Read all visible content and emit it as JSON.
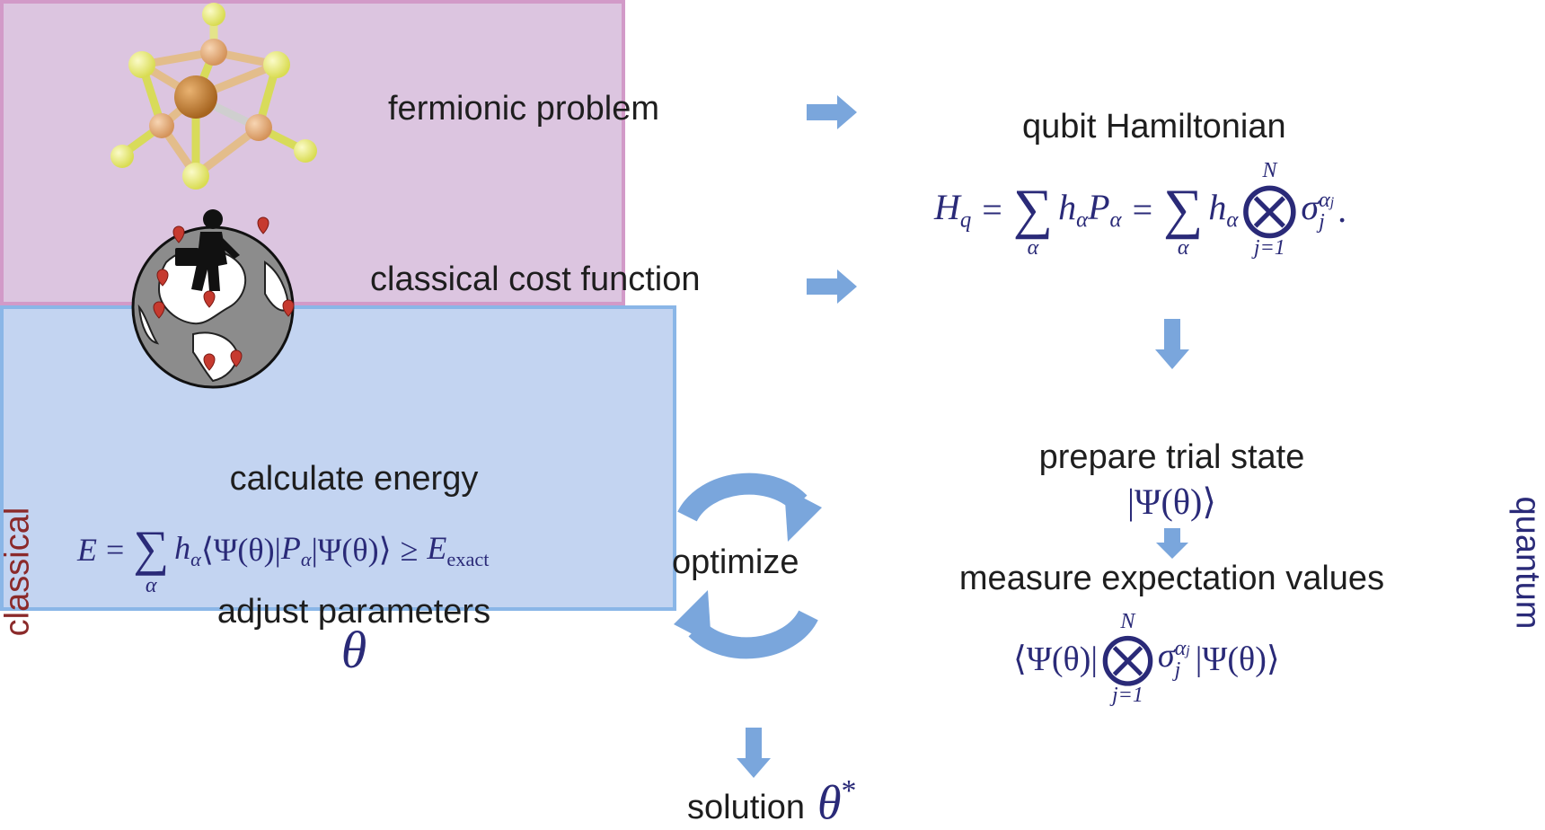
{
  "top": {
    "fermionic_label": "fermionic problem",
    "classical_cost_label": "classical cost function",
    "hamiltonian_title": "qubit Hamiltonian"
  },
  "hamiltonian": {
    "lhs": "H",
    "lhs_sub": "q",
    "sum_index": "α",
    "term1": "h",
    "term1_sub": "α",
    "term2": "P",
    "term2_sub": "α",
    "tensor_upper": "N",
    "tensor_lower": "j=1",
    "sigma": "σ",
    "sigma_sup": "α",
    "sigma_sup_sub": "j",
    "sigma_sub": "j",
    "period": "."
  },
  "classical": {
    "side_label": "classical",
    "title": "calculate energy",
    "energy_lhs": "E",
    "sum_index": "α",
    "bra": "⟨Ψ(θ)|",
    "op": "P",
    "op_sub": "α",
    "ket": "|Ψ(θ)⟩",
    "geq": "≥",
    "exact": "E",
    "exact_sub": "exact",
    "adjust_label": "adjust parameters",
    "theta": "θ"
  },
  "loop": {
    "optimize_label": "optimize"
  },
  "quantum": {
    "side_label": "quantum",
    "prepare_label": "prepare trial state",
    "trial_state": "|Ψ(θ)⟩",
    "measure_label": "measure expectation values",
    "bra": "⟨Ψ(θ)|",
    "tensor_upper": "N",
    "tensor_lower": "j=1",
    "sigma": "σ",
    "sigma_sup": "α",
    "sigma_sup_sub": "j",
    "sigma_sub": "j",
    "ket": "|Ψ(θ)⟩"
  },
  "solution": {
    "label": "solution",
    "theta": "θ",
    "star": "*"
  },
  "colors": {
    "arrow": "#7aa6dc",
    "classical_fill": "#dcc5e0",
    "classical_border": "#d29ac8",
    "quantum_fill": "#c3d4f1",
    "quantum_border": "#8ab6e7",
    "math": "#2a2a78",
    "classical_side": "#8b2a2a",
    "quantum_side": "#2a2a78"
  },
  "icons": [
    "molecule-cluster-icon",
    "globe-traveler-icon"
  ]
}
